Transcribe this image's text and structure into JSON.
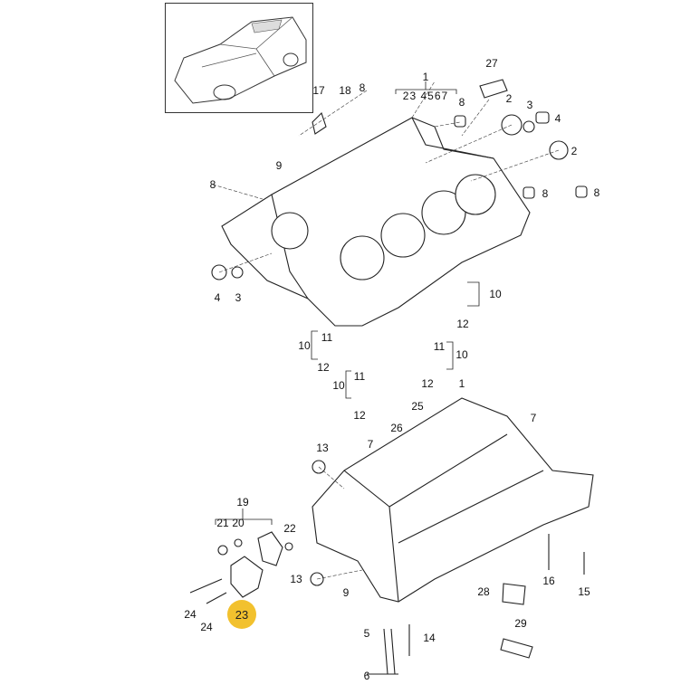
{
  "diagram": {
    "highlight_color": "#f2c12e",
    "highlighted_part": "23",
    "group_1_subparts": "23 4567",
    "labels": {
      "p1_top": "1",
      "p27": "27",
      "p8_a": "8",
      "p2_a": "2",
      "p3_a": "3",
      "p4_a": "4",
      "p2_b": "2",
      "p8_b": "8",
      "p8_c": "8",
      "p17": "17",
      "p18": "18",
      "p8_d": "8",
      "p9_a": "9",
      "p8_e": "8",
      "p4_b": "4",
      "p3_b": "3",
      "p10_a": "10",
      "p12_a": "12",
      "p11_a": "11",
      "p10_b": "10",
      "p12_b": "12",
      "p11_b": "11",
      "p10_c": "10",
      "p11_c": "11",
      "p10_d": "10",
      "p12_c": "12",
      "p12_d": "12",
      "p25": "25",
      "p26": "26",
      "p1_bottom": "1",
      "p7_a": "7",
      "p7_b": "7",
      "p13_a": "13",
      "p19": "19",
      "p21": "21",
      "p20": "20",
      "p22": "22",
      "p13_b": "13",
      "p9_b": "9",
      "p16": "16",
      "p15": "15",
      "p28": "28",
      "p29": "29",
      "p24_a": "24",
      "p24_b": "24",
      "p23": "23",
      "p5": "5",
      "p14": "14",
      "p6": "6"
    }
  }
}
